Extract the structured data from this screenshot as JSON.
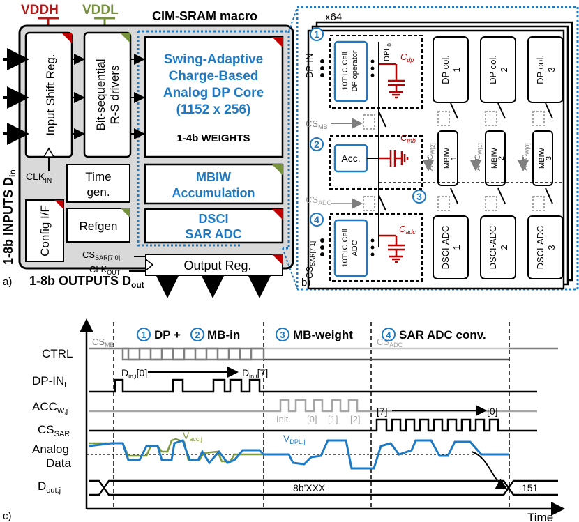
{
  "colors": {
    "vddh": "#b01c1c",
    "vddl": "#76933c",
    "accent_blue": "#1f7ac4",
    "panel_grey": "#d9d9d9",
    "cap_red": "#c00000",
    "wave_green": "#7f9a3a",
    "wave_blue": "#1f7ac4",
    "light_grey": "#a6a6a6"
  },
  "panel_a": {
    "vddh": "VDDH",
    "vddl": "VDDL",
    "title": "CIM-SRAM macro",
    "input_shift": "Input Shift Reg.",
    "clk_in": "CLK",
    "clk_in_sub": "IN",
    "driver_line1": "Bit-sequential",
    "driver_line2": "R-S drivers",
    "dp_line1": "Swing-Adaptive",
    "dp_line2": "Charge-Based",
    "dp_line3": "Analog DP Core",
    "dp_line4": "(1152 x 256)",
    "weights": "1-4b WEIGHTS",
    "time_gen_1": "Time",
    "time_gen_2": "gen.",
    "mbiw_1": "MBIW",
    "mbiw_2": "Accumulation",
    "config": "Config I/F",
    "refgen": "Refgen",
    "adc_1": "DSCI",
    "adc_2": "SAR ADC",
    "cs_sar": "CS",
    "cs_sar_sub": "SAR[7:0]",
    "clk_out": "CLK",
    "clk_out_sub": "OUT",
    "output_reg": "Output Reg.",
    "inputs": "1-8b INPUTS D",
    "inputs_sub": "in",
    "outputs": "1-8b OUTPUTS D",
    "outputs_sub": "out",
    "label": "a)"
  },
  "panel_b": {
    "x64": "x64",
    "n1": "1",
    "n2": "2",
    "n3": "3",
    "n4": "4",
    "dp_in": "DP-IN",
    "cell_dp_1": "10T1C Cell",
    "cell_dp_2": "DP operator",
    "dpl": "DPL",
    "dpl_sub": "0",
    "c_dp": "C",
    "c_dp_sub": "dp",
    "dp_col_1": "DP col.",
    "dp_col_2": "DP col.",
    "dp_col_3": "DP col.",
    "col1": "1",
    "col2": "2",
    "col3": "3",
    "cs_mb": "CS",
    "cs_mb_sub": "MB",
    "acc": "Acc.",
    "c_mb": "C",
    "c_mb_sub": "mb",
    "mbiw": "MBIW",
    "acc_w2": "ACC",
    "acc_w2_sub": "W[2]",
    "acc_w1": "ACC",
    "acc_w1_sub": "W[1]",
    "acc_w0": "ACC",
    "acc_w0_sub": "W[0]",
    "cs_adc": "CS",
    "cs_adc_sub": "ADC",
    "cell_adc_1": "10T1C Cell",
    "cell_adc_2": "ADC",
    "c_adc": "C",
    "c_adc_sub": "adc",
    "cs_sar": "CS",
    "cs_sar_sub": "SAR[7:1]",
    "dsci_adc": "DSCI-ADC",
    "label": "b)"
  },
  "panel_c": {
    "label": "c)",
    "phase1_a": "DP +",
    "phase1_b": "MB-in",
    "phase3": "MB-weight",
    "phase4": "SAR ADC conv.",
    "ctrl": "CTRL",
    "cs_mb": "CS",
    "cs_mb_sub": "MB",
    "cs_adc": "CS",
    "cs_adc_sub": "ADC",
    "dp_in": "DP-IN",
    "dp_in_sub": "i",
    "din0": "D",
    "din0_sub": "in,i",
    "din0_tail": "[0]",
    "din7": "D",
    "din7_sub": "in,i",
    "din7_tail": "[7]",
    "accw": "ACC",
    "accw_sub": "W,j",
    "init": "Init.",
    "w0": "[0]",
    "w1": "[1]",
    "w2": "[2]",
    "cs_sar": "CS",
    "cs_sar_sub": "SAR",
    "sar7": "[7]",
    "sar0": "[0]",
    "analog_1": "Analog",
    "analog_2": "Data",
    "vacc": "V",
    "vacc_sub": "acc,j",
    "vdpl": "V",
    "vdpl_sub": "DPL,j",
    "dout": "D",
    "dout_sub": "out,j",
    "xxx": "8b'XXX",
    "v151": "151",
    "time": "Time"
  }
}
